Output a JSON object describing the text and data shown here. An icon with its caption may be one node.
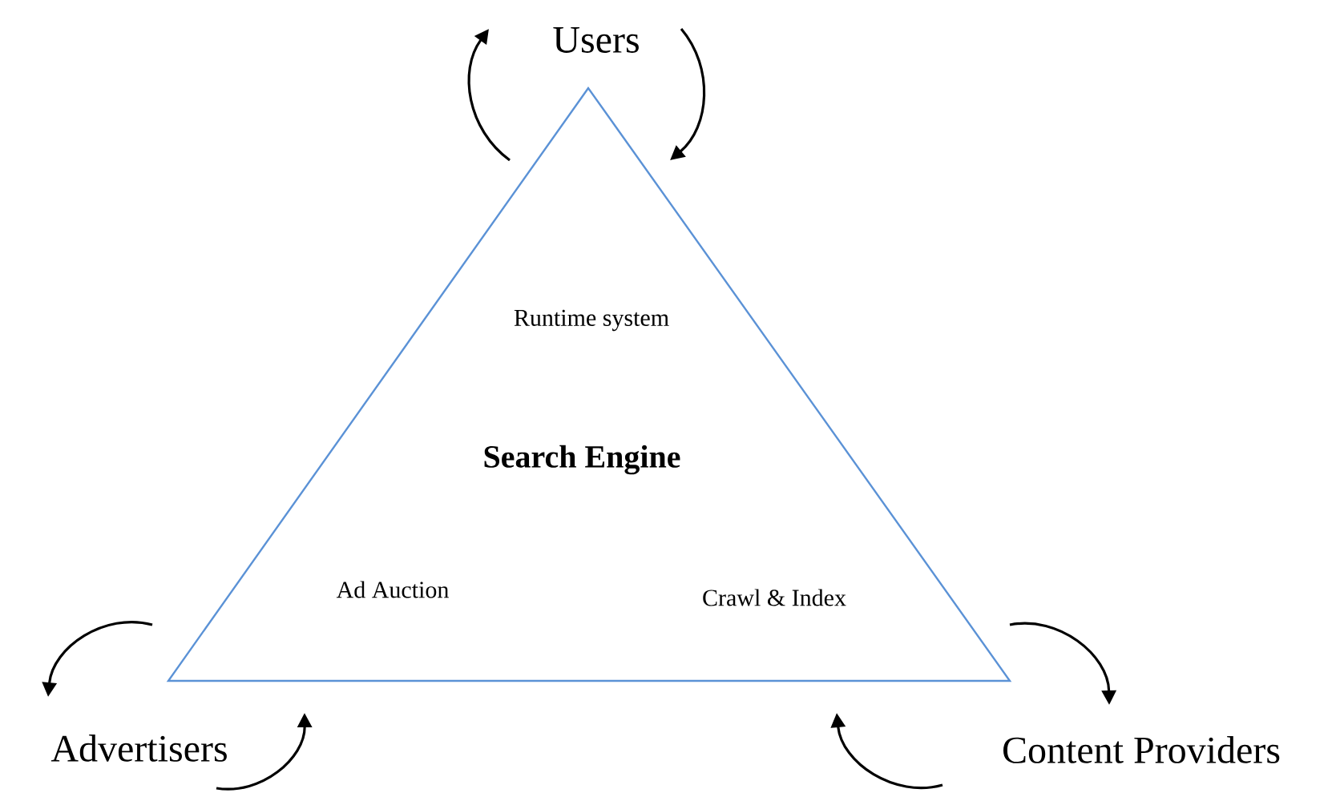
{
  "diagram": {
    "nodes": [
      {
        "text": [
          "Runtime system",
          "Search Engine",
          "Ad Auction",
          "Crawl & Index"
        ]
      },
      {
        "text": [
          "Users"
        ]
      },
      {
        "text": [
          "Advertisers"
        ]
      },
      {
        "text": [
          "Content Providers"
        ]
      }
    ],
    "edges": [
      {
        "from": 0,
        "to": 1,
        "arrow": "to"
      },
      {
        "from": 1,
        "to": 0,
        "arrow": "to"
      },
      {
        "from": 0,
        "to": 2,
        "arrow": "to"
      },
      {
        "from": 2,
        "to": 0,
        "arrow": "to"
      },
      {
        "from": 0,
        "to": 3,
        "arrow": "to"
      },
      {
        "from": 3,
        "to": 0,
        "arrow": "to"
      }
    ]
  }
}
